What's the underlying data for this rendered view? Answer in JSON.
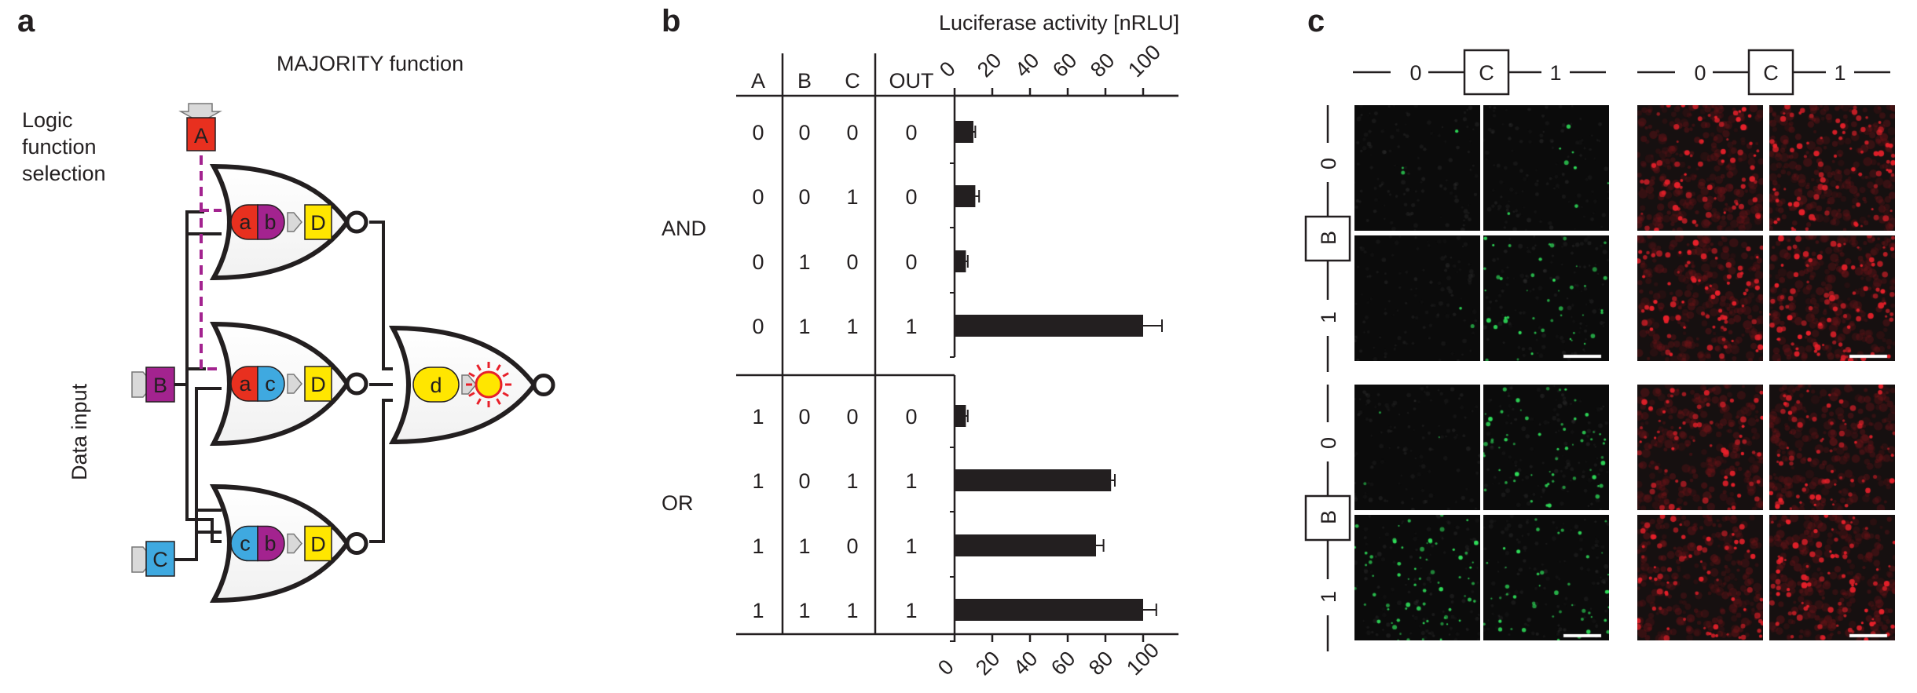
{
  "figure": {
    "panel_a": {
      "letter": "a",
      "title": "MAJORITY function",
      "logic_label": "Logic\nfunction\nselection",
      "data_input_label": "Data input",
      "inputs": [
        {
          "label": "A",
          "color": "#e8301f"
        },
        {
          "label": "B",
          "color": "#a3238f"
        },
        {
          "label": "C",
          "color": "#3fa9e0"
        }
      ],
      "gates": [
        {
          "parts": [
            "a",
            "b"
          ],
          "colors": [
            "#e8301f",
            "#a3238f"
          ],
          "output": "D"
        },
        {
          "parts": [
            "a",
            "c"
          ],
          "colors": [
            "#e8301f",
            "#3fa9e0"
          ],
          "output": "D"
        },
        {
          "parts": [
            "c",
            "b"
          ],
          "colors": [
            "#3fa9e0",
            "#a3238f"
          ],
          "output": "D"
        }
      ],
      "final_gate": {
        "part": "d",
        "output_color": "#ffe600"
      },
      "output_box_color": "#ffe600"
    },
    "panel_b": {
      "letter": "b",
      "columns": [
        "A",
        "B",
        "C",
        "OUT"
      ],
      "groups": [
        {
          "name": "AND",
          "rows": [
            [
              "0",
              "0",
              "0",
              "0"
            ],
            [
              "0",
              "0",
              "1",
              "0"
            ],
            [
              "0",
              "1",
              "0",
              "0"
            ],
            [
              "0",
              "1",
              "1",
              "1"
            ]
          ]
        },
        {
          "name": "OR",
          "rows": [
            [
              "1",
              "0",
              "0",
              "0"
            ],
            [
              "1",
              "0",
              "1",
              "1"
            ],
            [
              "1",
              "1",
              "0",
              "1"
            ],
            [
              "1",
              "1",
              "1",
              "1"
            ]
          ]
        }
      ]
    },
    "panel_c": {
      "letter": "c",
      "col_header_left": "0",
      "col_header_box": "C",
      "col_header_right": "1",
      "row_header_box": "B",
      "row_header_top": "0",
      "row_header_bottom": "1",
      "colors": {
        "green_fluor": "#2fe05a",
        "red_fluor": "#e8202a",
        "background": "#0a0a0a"
      }
    }
  },
  "chart_data": {
    "type": "bar",
    "orientation": "horizontal",
    "title": "Luciferase activity  [nRLU]",
    "xlabel": "Luciferase activity  [nRLU]",
    "xlim": [
      0,
      100
    ],
    "ticks": [
      "0",
      "20",
      "40",
      "60",
      "80",
      "100"
    ],
    "groups": [
      {
        "name": "AND",
        "values": [
          10,
          11,
          6,
          100
        ],
        "errors": [
          1,
          2,
          1,
          10
        ]
      },
      {
        "name": "OR",
        "values": [
          6,
          83,
          75,
          100
        ],
        "errors": [
          1,
          2,
          4,
          7
        ]
      }
    ]
  }
}
